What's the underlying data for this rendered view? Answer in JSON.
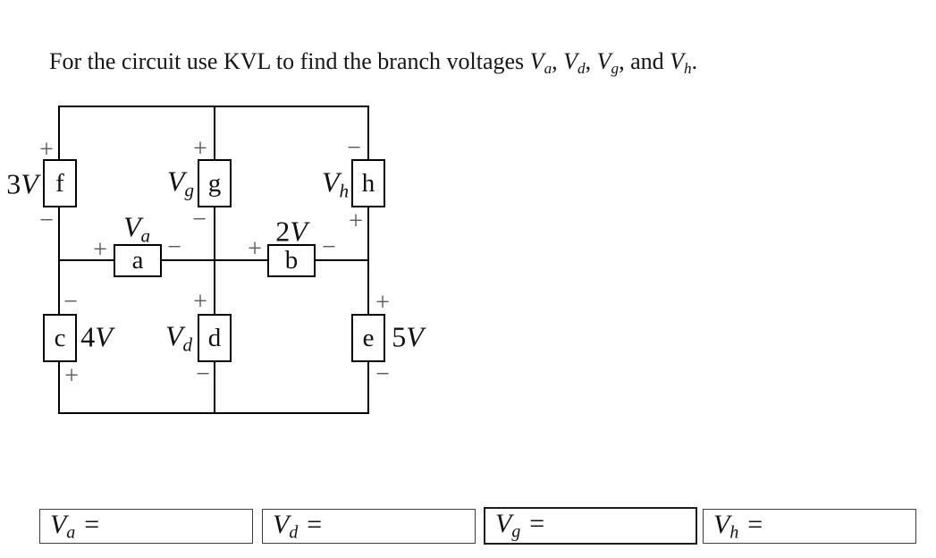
{
  "title": {
    "text": "For the circuit use KVL to find the branch voltages ",
    "terms": [
      {
        "base": "V",
        "sub": "a",
        "after": ", "
      },
      {
        "base": "V",
        "sub": "d",
        "after": ", "
      },
      {
        "base": "V",
        "sub": "g",
        "after": ", and "
      },
      {
        "base": "V",
        "sub": "h",
        "after": "."
      }
    ]
  },
  "circuit": {
    "elements": [
      {
        "id": "f",
        "letter": "f",
        "value_num": "3",
        "value_unit": "V",
        "sign_top": "+",
        "sign_bottom": "−"
      },
      {
        "id": "g",
        "letter": "g",
        "value_base": "V",
        "value_sub": "g",
        "sign_top": "+",
        "sign_bottom": "−"
      },
      {
        "id": "h",
        "letter": "h",
        "value_base": "V",
        "value_sub": "h",
        "sign_top": "−",
        "sign_bottom": "+"
      },
      {
        "id": "a",
        "letter": "a",
        "value_base": "V",
        "value_sub": "a",
        "sign_left": "+",
        "sign_right": "−"
      },
      {
        "id": "b",
        "letter": "b",
        "value_num": "2",
        "value_unit": "V",
        "sign_left": "+",
        "sign_right": "−"
      },
      {
        "id": "c",
        "letter": "c",
        "value_num": "4",
        "value_unit": "V",
        "sign_top": "−",
        "sign_bottom": "+"
      },
      {
        "id": "d",
        "letter": "d",
        "value_base": "V",
        "value_sub": "d",
        "sign_top": "+",
        "sign_bottom": "−"
      },
      {
        "id": "e",
        "letter": "e",
        "value_num": "5",
        "value_unit": "V",
        "sign_top": "+",
        "sign_bottom": "−"
      }
    ]
  },
  "answers": [
    {
      "base": "V",
      "sub": "a",
      "eq": "="
    },
    {
      "base": "V",
      "sub": "d",
      "eq": "="
    },
    {
      "base": "V",
      "sub": "g",
      "eq": "="
    },
    {
      "base": "V",
      "sub": "h",
      "eq": "="
    }
  ],
  "colors": {
    "wire": "#000000",
    "sign": "#5a5a5a",
    "answer_border": "#3d3d3d",
    "answer_border_focused": "#1e1e1e",
    "background": "#ffffff"
  }
}
